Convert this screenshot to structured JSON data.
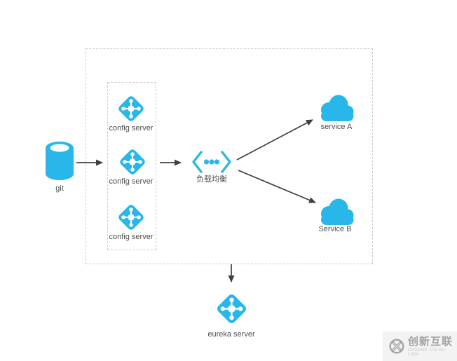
{
  "diagram": {
    "colors": {
      "accent": "#29b6e8",
      "arrow": "#3f3f3f",
      "dashed_border": "#c9c9c9",
      "label_text": "#4d4d4d"
    },
    "nodes": {
      "git": {
        "label": "git",
        "icon": "database-cylinder-icon"
      },
      "config_server_1": {
        "label": "config server",
        "icon": "service-diamond-icon"
      },
      "config_server_2": {
        "label": "config server",
        "icon": "service-diamond-icon"
      },
      "config_server_3": {
        "label": "config server",
        "icon": "service-diamond-icon"
      },
      "load_balancer": {
        "label": "负载均衡",
        "icon": "load-balancer-brackets-icon"
      },
      "service_a": {
        "label": "service A",
        "icon": "cloud-icon"
      },
      "service_b": {
        "label": "Service B",
        "icon": "cloud-icon"
      },
      "eureka_server": {
        "label": "eureka server",
        "icon": "service-diamond-icon"
      }
    }
  },
  "watermark": {
    "brand": "创新互联",
    "subtext": "CHUANG XIN HU LIAN"
  }
}
